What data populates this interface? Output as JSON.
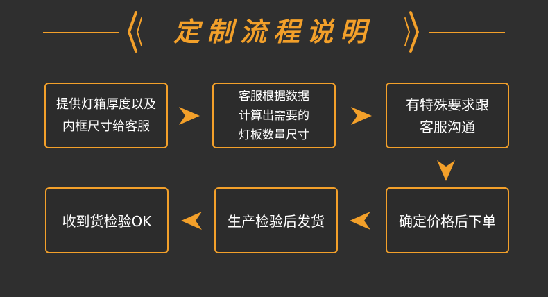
{
  "header": {
    "title": "定制流程说明"
  },
  "steps": [
    {
      "label": "提供灯箱厚度以及\n内框尺寸给客服"
    },
    {
      "label": "客服根据数据\n计算出需要的\n灯板数量尺寸"
    },
    {
      "label": "有特殊要求跟\n客服沟通"
    },
    {
      "label": "确定价格后下单"
    },
    {
      "label": "生产检验后发货"
    },
    {
      "label": "收到货检验OK"
    }
  ],
  "colors": {
    "background": "#2f2f2f",
    "accent": "#f3a02a",
    "box_text": "#ffffff"
  },
  "icons": {
    "arrow_right": "arrow-right-icon",
    "arrow_down": "arrow-down-icon",
    "arrow_left": "arrow-left-icon"
  }
}
